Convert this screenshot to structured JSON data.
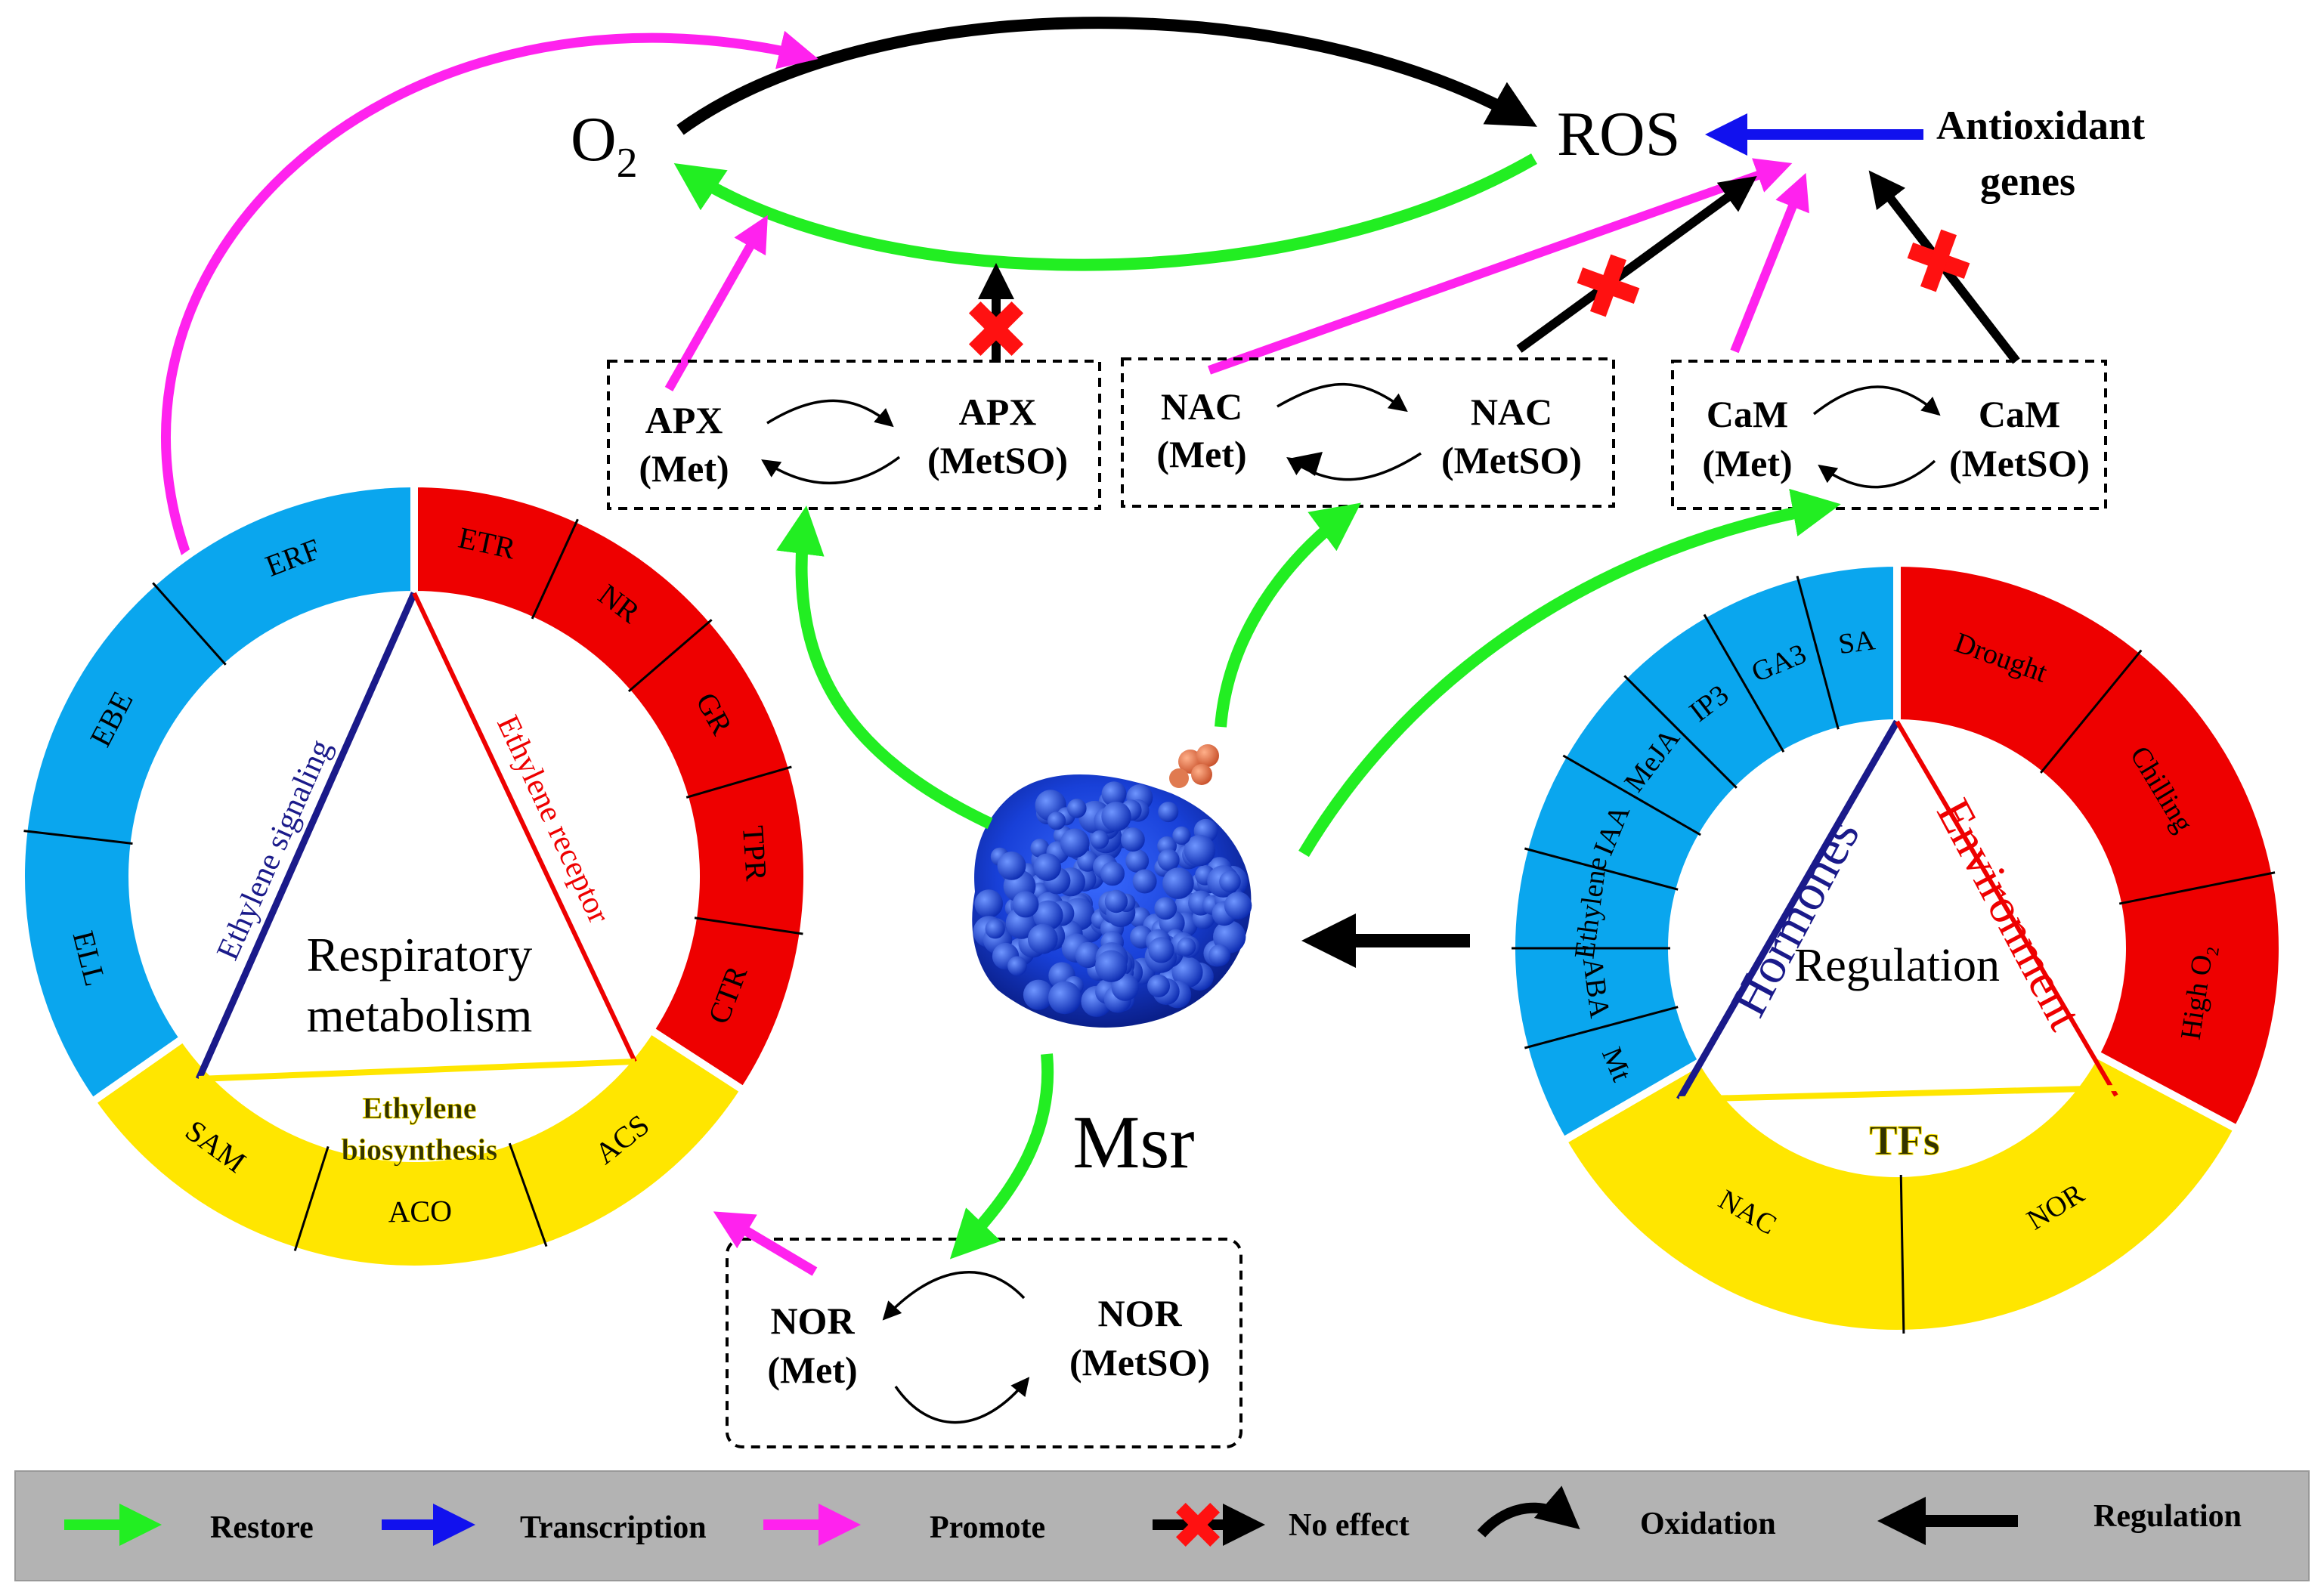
{
  "colors": {
    "restore": "#22ee22",
    "transcription": "#1111ee",
    "promote": "#ff22ee",
    "no_effect_x": "#ff1111",
    "neutral": "#000000",
    "blue_seg": "#0aa6ee",
    "red_seg": "#ee0000",
    "yellow_seg": "#ffe600",
    "legend_bg": "#b3b3b3"
  },
  "top": {
    "o2": "O",
    "o2_sub": "2",
    "ros": "ROS",
    "antioxidant_line1": "Antioxidant",
    "antioxidant_line2": "genes"
  },
  "boxes": {
    "apx": {
      "left_top": "APX",
      "left_bottom": "(Met)",
      "right_top": "APX",
      "right_bottom": "(MetSO)"
    },
    "nac": {
      "left_top": "NAC",
      "left_bottom": "(Met)",
      "right_top": "NAC",
      "right_bottom": "(MetSO)"
    },
    "cam": {
      "left_top": "CaM",
      "left_bottom": "(Met)",
      "right_top": "CaM",
      "right_bottom": "(MetSO)"
    },
    "nor": {
      "left_top": "NOR",
      "left_bottom": "(Met)",
      "right_top": "NOR",
      "right_bottom": "(MetSO)"
    }
  },
  "msr": "Msr",
  "left_wheel": {
    "center_line1": "Respiratory",
    "center_line2": "metabolism",
    "side_signaling": "Ethylene signaling",
    "side_receptor": "Ethylene receptor",
    "side_biosynthesis_line1": "Ethylene",
    "side_biosynthesis_line2": "biosynthesis",
    "segments": [
      "ETR",
      "NR",
      "GR",
      "TPR",
      "CTR",
      "ACS",
      "ACO",
      "SAM",
      "ELL",
      "EBE",
      "ERF"
    ]
  },
  "right_wheel": {
    "center": "Regulation",
    "side_hormones": "Hormones",
    "side_environment": "Environment",
    "side_tfs": "TFs",
    "segments": [
      "Drought",
      "Chilling",
      "High O₂",
      "NOR",
      "NAC",
      "Mt",
      "ABA",
      "Ethylene",
      "IAA",
      "MeJA",
      "IP3",
      "GA3",
      "SA"
    ]
  },
  "legend": {
    "restore": "Restore",
    "transcription": "Transcription",
    "promote": "Promote",
    "no_effect": "No effect",
    "oxidation": "Oxidation",
    "regulation": "Regulation"
  }
}
